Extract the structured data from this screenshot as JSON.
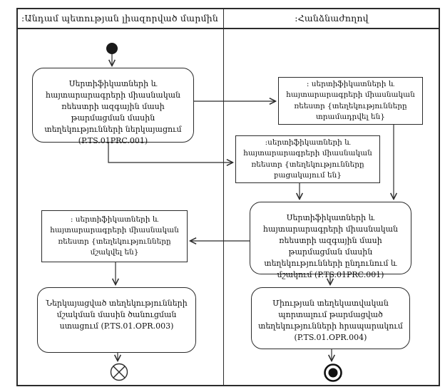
{
  "header": {
    "lane_left": ":Անդամ պետության լիազորված մարմին",
    "lane_right": ":Հանձնաժողով"
  },
  "nodes": {
    "submit_activity": "Սերտիֆիկատների և հայտարարագրերի միասնական ռեեստրի ազգային մասի թարմացման մասին տեղեկությունների ներկայացում (P.TS.01PRC.001)",
    "registry_provided": ": սերտիֆիկատների և հայտարարագրերի միասնական ռեեստր {տեղեկությունները տրամադրվել են}",
    "registry_missing": ":սերտիֆիկատների և հայտարարագրերի միասնական ռեեստր {տեղեկությունները բացակայում են}",
    "receive_activity": "Սերտիֆիկատների և հայտարարագրերի միասնական ռեեստրի ազգային մասի թարմացման մասին տեղեկությունների ընդունում և մշակում (P.TS.01PRC.001)",
    "registry_processed": ": սերտիֆիկատների և հայտարարագրերի միասնական ռեեստր {տեղեկությունները մշակվել են}",
    "notification_activity": "Ներկայացված տեղեկությունների մշակման մասին ծանուցման ստացում (P.TS.01.OPR.003)",
    "publish_activity": "Միության տեղեկատվական պորտալում թարմացված տեղեկությունների հրապարակում (P.TS.01.OPR.004)"
  },
  "colors": {
    "line": "#2b2b2b",
    "background": "#ffffff"
  }
}
